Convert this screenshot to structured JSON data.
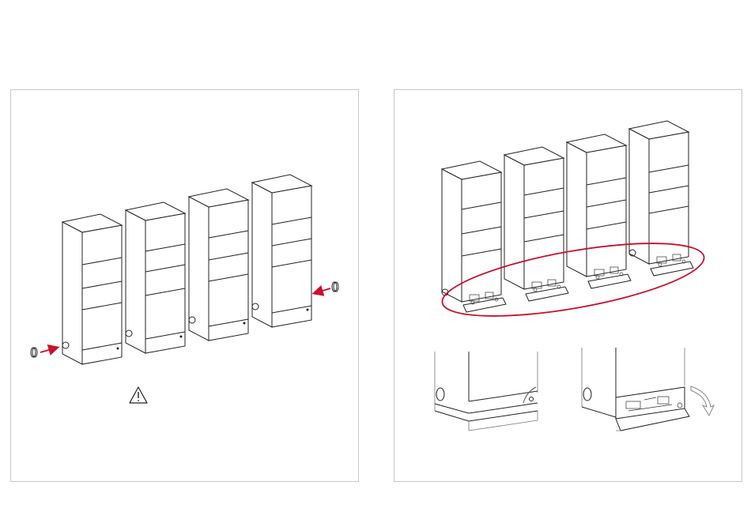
{
  "figure": {
    "panels": [
      {
        "id": "left",
        "description_icon": "warning-icon",
        "cabinet_count": 4
      },
      {
        "id": "right",
        "cabinet_count": 4,
        "highlight_color": "#c8102e"
      }
    ],
    "colors": {
      "line": "#222222",
      "frame": "#c8c8c8",
      "accent_red": "#c8102e",
      "arrow_gray": "#888888"
    }
  }
}
